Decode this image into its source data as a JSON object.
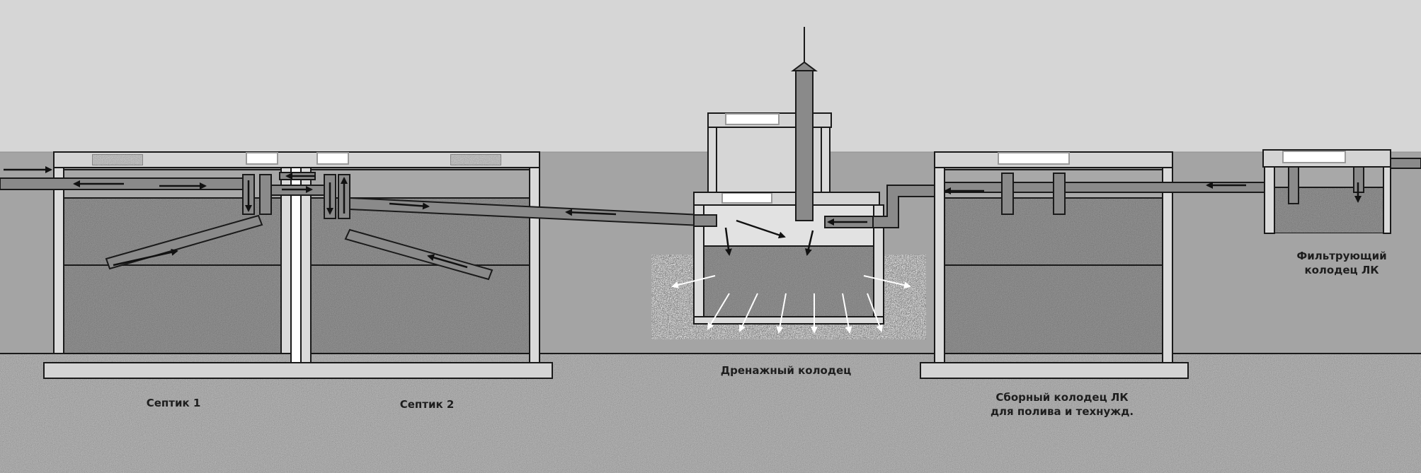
{
  "labels": {
    "septic1": "Септик 1",
    "septic2": "Септик 2",
    "drainage_well": "Дренажный колодец",
    "collector_line1": "Сборный колодец ЛК",
    "collector_line2": "для полива и технужд.",
    "filter_line1": "Фильтрующий",
    "filter_line2": "колодец ЛК"
  },
  "colors": {
    "sky": "#d6d6d6",
    "soil": "#a4a4a4",
    "ground": "#bdbdbd",
    "wall": "#dadada",
    "outline": "#1a1a1a",
    "pipe": "#8a8a8a",
    "fill_media": "#9a9a9a"
  }
}
